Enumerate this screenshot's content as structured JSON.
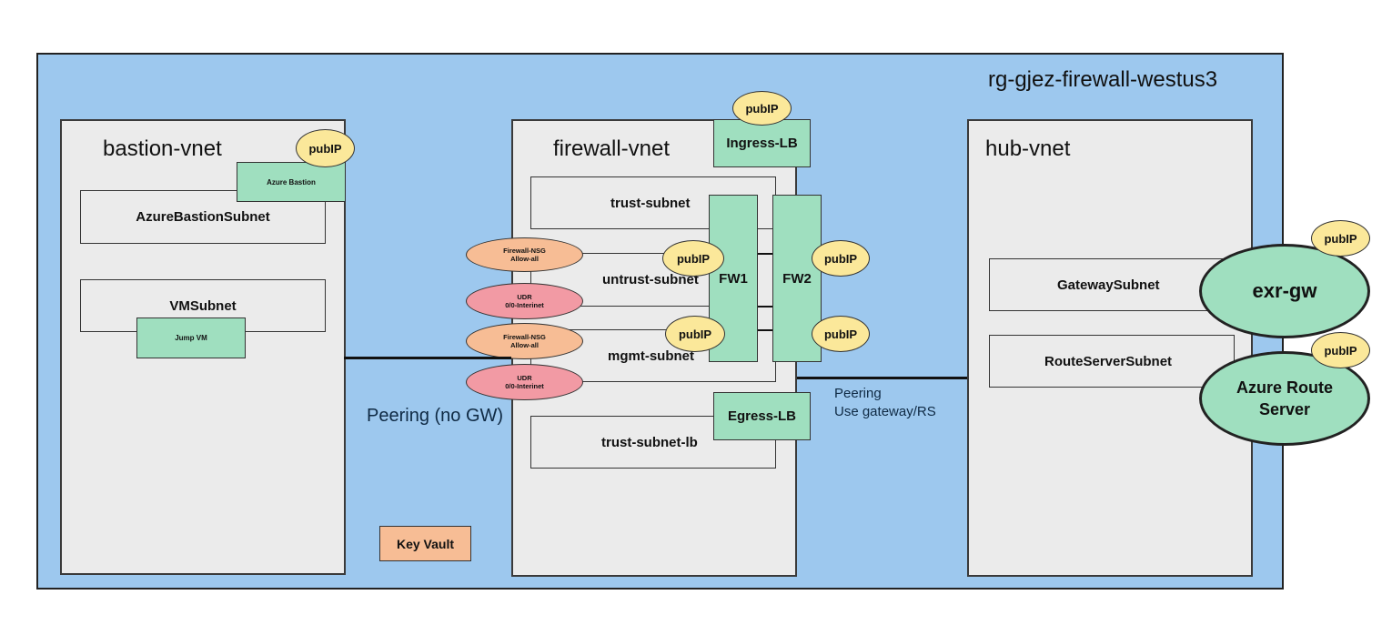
{
  "resource_group": {
    "name": "rg-gjez-firewall-westus3"
  },
  "bastion_vnet": {
    "title": "bastion-vnet",
    "azure_bastion": "Azure Bastion",
    "bastion_subnet": "AzureBastionSubnet",
    "vm_subnet": "VMSubnet",
    "jump_vm": "Jump VM",
    "pubip": "pubIP"
  },
  "firewall_vnet": {
    "title": "firewall-vnet",
    "ingress_lb": "Ingress-LB",
    "ingress_pubip": "pubIP",
    "trust_subnet": "trust-subnet",
    "untrust_subnet": "untrust-subnet",
    "mgmt_subnet": "mgmt-subnet",
    "trust_subnet_lb": "trust-subnet-lb",
    "egress_lb": "Egress-LB",
    "fw1": "FW1",
    "fw2": "FW2",
    "pubip_label": "pubIP",
    "nsg": {
      "line1": "Firewall-NSG",
      "line2": "Allow-all"
    },
    "udr": {
      "line1": "UDR",
      "line2": "0/0-Interinet"
    }
  },
  "hub_vnet": {
    "title": "hub-vnet",
    "gateway_subnet": "GatewaySubnet",
    "route_server_subnet": "RouteServerSubnet",
    "exr_gw": "exr-gw",
    "route_server_line1": "Azure Route",
    "route_server_line2": "Server",
    "pubip": "pubIP"
  },
  "peering_left": "Peering (no GW)",
  "peering_right_line1": "Peering",
  "peering_right_line2": "Use gateway/RS",
  "key_vault": "Key Vault",
  "colors": {
    "resource_group": "#9dc8ee",
    "vnet": "#ebebeb",
    "green_component": "#9fdfbf",
    "pubip": "#fbe89a",
    "nsg": "#f7bd95",
    "udr": "#f29aa4",
    "key_vault": "#f7bd95"
  }
}
